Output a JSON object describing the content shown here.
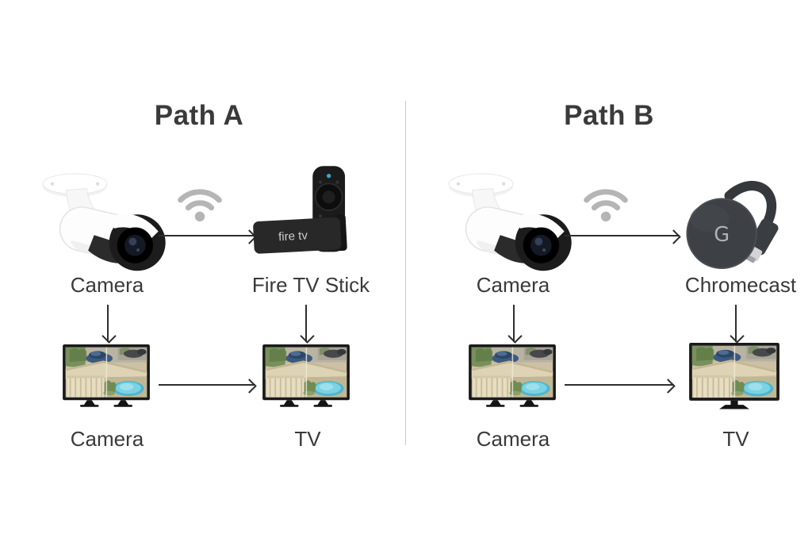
{
  "colors": {
    "text": "#3a3a3a",
    "wifi_icon": "#b5b5b5",
    "arrow": "#2e2e2e",
    "divider": "#c9c9c9",
    "background": "#ffffff",
    "fire_tv_accent_blue": "#2fa9d6"
  },
  "path_a": {
    "title": "Path A",
    "top_source_label": "Camera",
    "top_target_label": "Fire TV Stick",
    "device_text": "fire tv",
    "bottom_source_label": "Camera",
    "bottom_target_label": "TV"
  },
  "path_b": {
    "title": "Path B",
    "top_source_label": "Camera",
    "top_target_label": "Chromecast",
    "device_letter": "G",
    "bottom_source_label": "Camera",
    "bottom_target_label": "TV"
  }
}
